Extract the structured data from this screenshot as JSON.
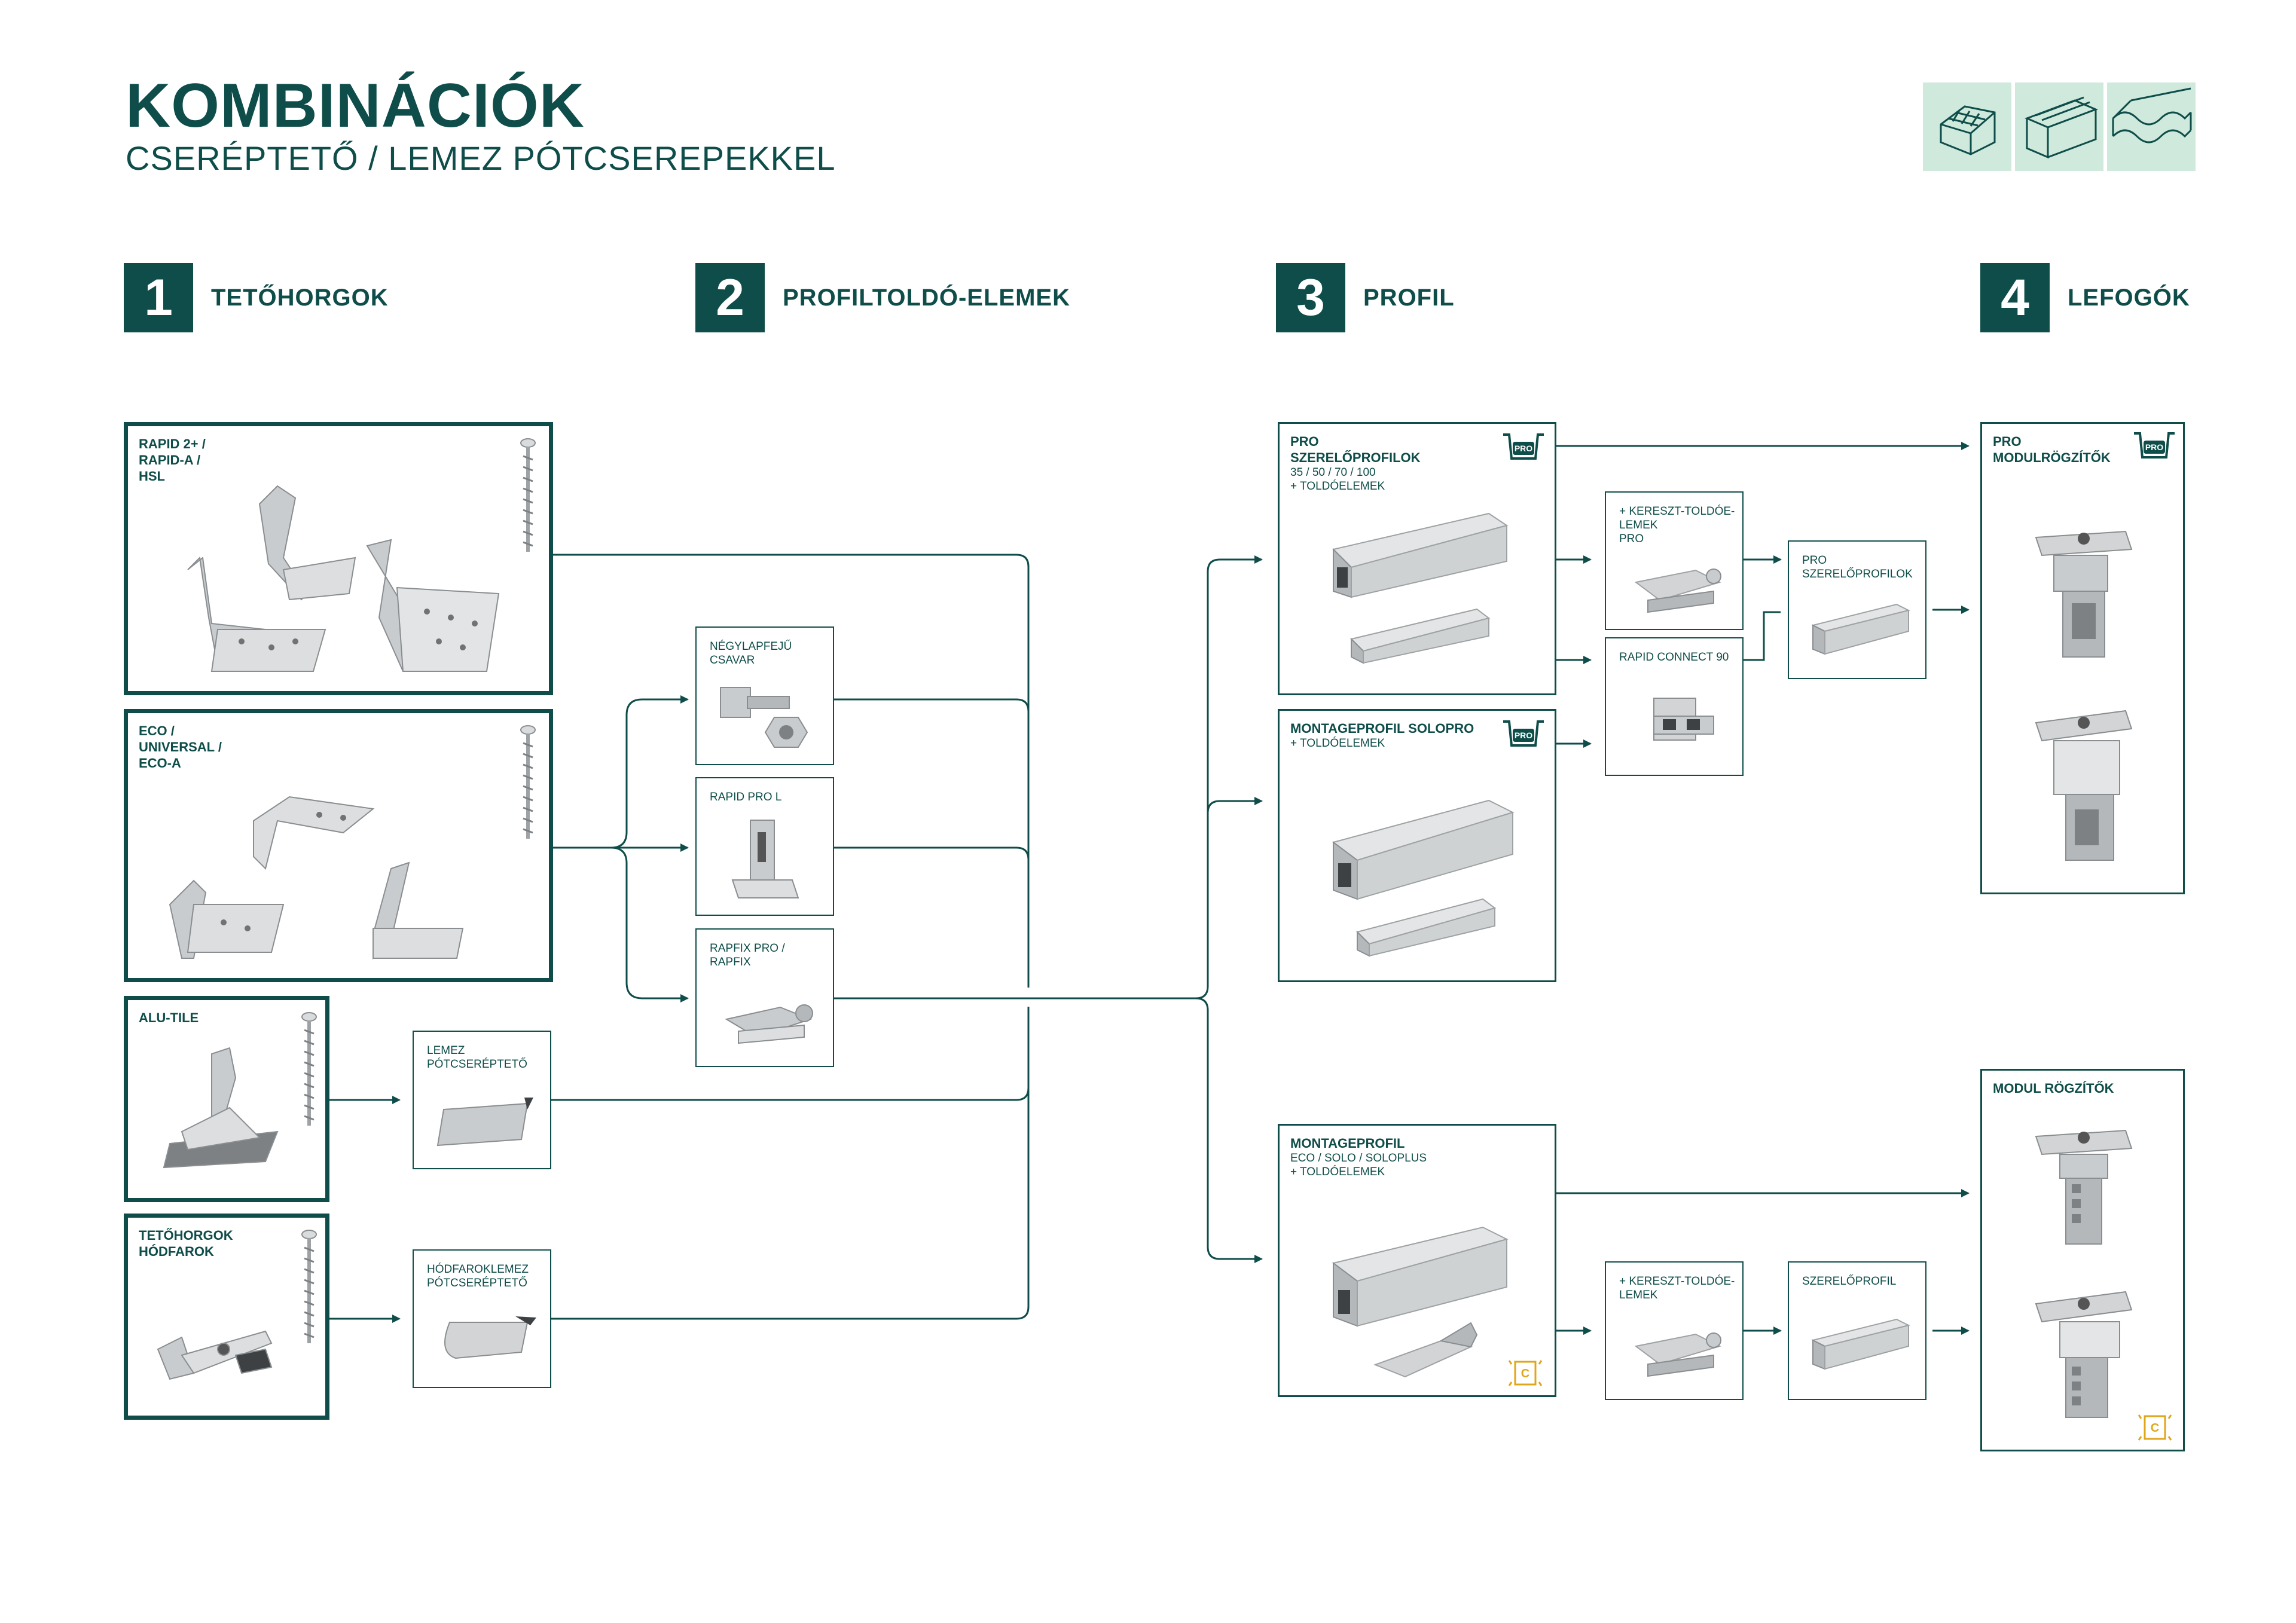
{
  "header": {
    "title": "KOMBINÁCIÓK",
    "subtitle": "CSERÉPTETŐ / LEMEZ PÓTCSEREPEKKEL",
    "roof_icons": [
      "tile-roof-icon",
      "sheet-roof-icon",
      "corrugated-roof-icon"
    ]
  },
  "steps": [
    {
      "num": "1",
      "label": "TETŐHORGOK"
    },
    {
      "num": "2",
      "label": "PROFILTOLDÓ-ELEMEK"
    },
    {
      "num": "3",
      "label": "PROFIL"
    },
    {
      "num": "4",
      "label": "LEFOGÓK"
    }
  ],
  "column1": {
    "rapid": {
      "lines": [
        "RAPID 2+ /",
        "RAPID-A /",
        "HSL"
      ]
    },
    "eco": {
      "lines": [
        "ECO /",
        "UNIVERSAL /",
        "ECO-A"
      ]
    },
    "alutile": {
      "lines": [
        "ALU-TILE"
      ]
    },
    "hodfarok": {
      "lines": [
        "TETŐHORGOK",
        "HÓDFAROK"
      ]
    },
    "lemez": {
      "lines": [
        "LEMEZ",
        "PÓTCSERÉPTETŐ"
      ]
    },
    "hodfaroklemez": {
      "lines": [
        "HÓDFAROKLEMEZ",
        "PÓTCSERÉPTETŐ"
      ]
    }
  },
  "column2": {
    "negylap": {
      "lines": [
        "NÉGYLAPFEJŰ",
        "CSAVAR"
      ]
    },
    "rapidprol": {
      "lines": [
        "RAPID PRO L"
      ]
    },
    "rapfix": {
      "lines": [
        "RAPFIX PRO /",
        "RAPFIX"
      ]
    }
  },
  "column3": {
    "pro": {
      "title": [
        "PRO",
        "SZERELŐPROFILOK"
      ],
      "sub": [
        "35 / 50 / 70 / 100",
        "+ TOLDÓELEMEK"
      ],
      "badge": "PRO"
    },
    "solopro": {
      "title": [
        "MONTAGEPROFIL SOLOPRO"
      ],
      "sub": [
        "+ TOLDÓELEMEK"
      ],
      "badge": "PRO"
    },
    "montage": {
      "title": [
        "MONTAGEPROFIL"
      ],
      "sub": [
        "ECO / SOLO / SOLOPLUS",
        "+ TOLDÓELEMEK"
      ]
    },
    "kereszt_pro": {
      "lines": [
        "+ KERESZT-TOLDÓE-",
        "LEMEK",
        "PRO"
      ]
    },
    "rapidconnect": {
      "lines": [
        "RAPID CONNECT 90"
      ]
    },
    "pro_szerelo": {
      "lines": [
        "PRO",
        "SZERELŐPROFILOK"
      ]
    },
    "kereszt": {
      "lines": [
        "+ KERESZT-TOLDÓE-",
        "LEMEK"
      ]
    },
    "szerelo": {
      "lines": [
        "SZERELŐPROFIL"
      ]
    }
  },
  "column4": {
    "pro_modul": {
      "title": [
        "PRO",
        "MODULRÖGZÍTŐK"
      ],
      "badge": "PRO"
    },
    "modul": {
      "title": [
        "MODUL RÖGZÍTŐK"
      ]
    }
  },
  "colors": {
    "primary": "#0e4d49",
    "mint": "#cfe9dc",
    "gold": "#e0a61a",
    "metal": "#c9ccce"
  }
}
